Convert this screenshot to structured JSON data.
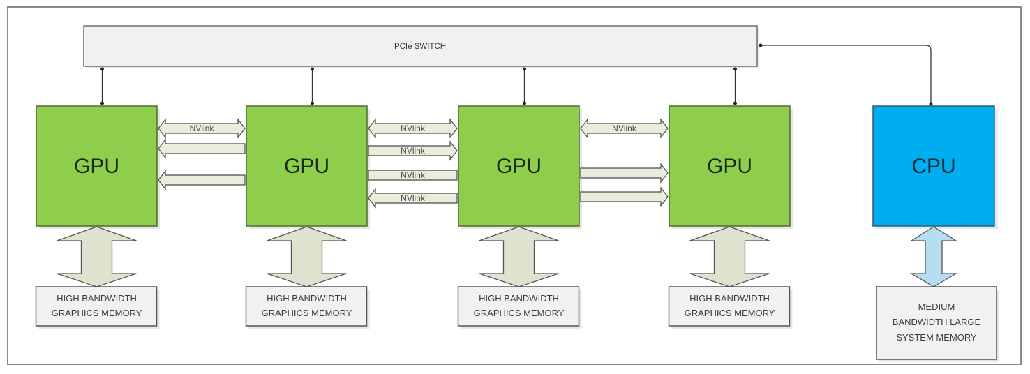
{
  "diagram": {
    "pcie_switch": {
      "label": "PCIe SWITCH",
      "fill": "#f1f1f1"
    },
    "gpus": [
      {
        "label": "GPU",
        "memory": [
          "HIGH BANDWIDTH",
          "GRAPHICS MEMORY"
        ]
      },
      {
        "label": "GPU",
        "memory": [
          "HIGH BANDWIDTH",
          "GRAPHICS MEMORY"
        ]
      },
      {
        "label": "GPU",
        "memory": [
          "HIGH BANDWIDTH",
          "GRAPHICS MEMORY"
        ]
      },
      {
        "label": "GPU",
        "memory": [
          "HIGH BANDWIDTH",
          "GRAPHICS MEMORY"
        ]
      }
    ],
    "cpu": {
      "label": "CPU",
      "memory": [
        "MEDIUM",
        "BANDWIDTH LARGE",
        "SYSTEM MEMORY"
      ]
    },
    "colors": {
      "gpu": "#8fce4d",
      "cpu": "#00aeef",
      "gpu_memory_arrow": "#dde3cf",
      "cpu_memory_arrow": "#b5dff0",
      "nvlink": "#e8eedc"
    },
    "nvlink_groups": [
      {
        "between": [
          0,
          1
        ],
        "links": [
          {
            "direction": "both",
            "label": "NVlink"
          },
          {
            "direction": "left",
            "label": ""
          },
          {
            "direction": "left",
            "label": ""
          }
        ]
      },
      {
        "between": [
          1,
          2
        ],
        "links": [
          {
            "direction": "both",
            "label": "NVlink"
          },
          {
            "direction": "right",
            "label": "NVlink"
          },
          {
            "direction": "none",
            "label": "NVlink"
          },
          {
            "direction": "left",
            "label": "NVlink"
          }
        ]
      },
      {
        "between": [
          2,
          3
        ],
        "links": [
          {
            "direction": "both",
            "label": "NVlink"
          },
          {
            "direction": "right",
            "label": ""
          },
          {
            "direction": "right",
            "label": ""
          }
        ]
      }
    ]
  }
}
